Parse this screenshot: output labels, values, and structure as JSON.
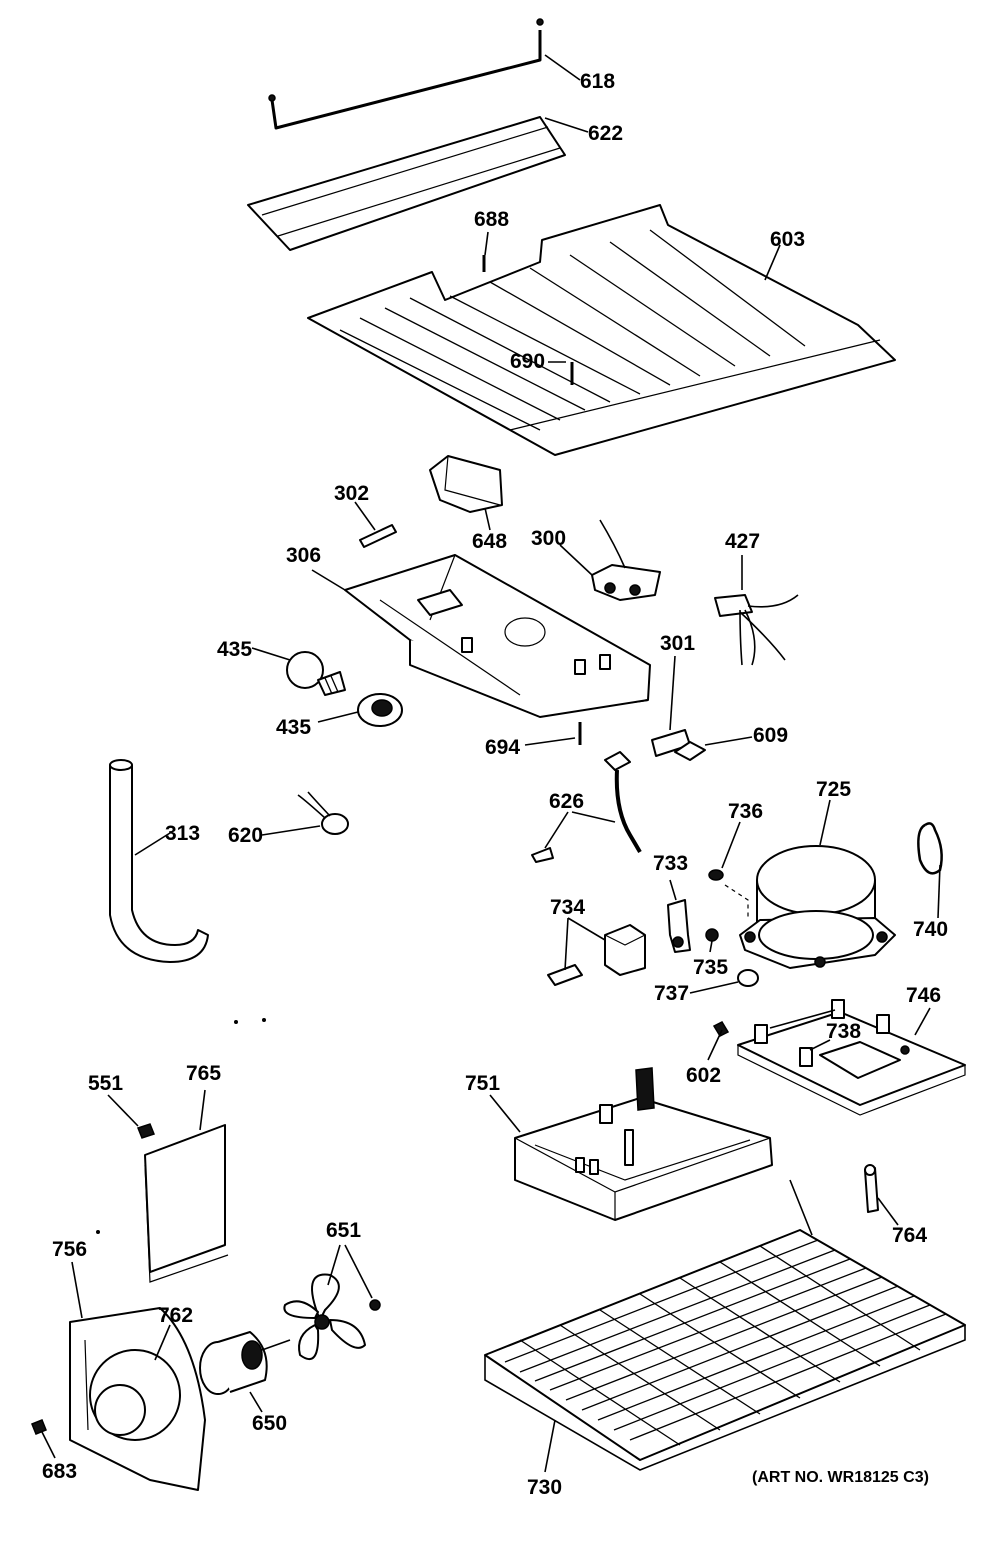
{
  "labels": {
    "p618": "618",
    "p622": "622",
    "p688": "688",
    "p603": "603",
    "p690": "690",
    "p302": "302",
    "p648": "648",
    "p300": "300",
    "p427": "427",
    "p306": "306",
    "p435a": "435",
    "p435b": "435",
    "p301": "301",
    "p694": "694",
    "p609": "609",
    "p313": "313",
    "p620": "620",
    "p626": "626",
    "p736": "736",
    "p725": "725",
    "p733": "733",
    "p740": "740",
    "p734": "734",
    "p735": "735",
    "p737": "737",
    "p746": "746",
    "p738": "738",
    "p602": "602",
    "p551": "551",
    "p765": "765",
    "p751": "751",
    "p651": "651",
    "p764": "764",
    "p756": "756",
    "p762": "762",
    "p650": "650",
    "p683": "683",
    "p730": "730"
  },
  "art_number": "(ART NO. WR18125 C3)"
}
